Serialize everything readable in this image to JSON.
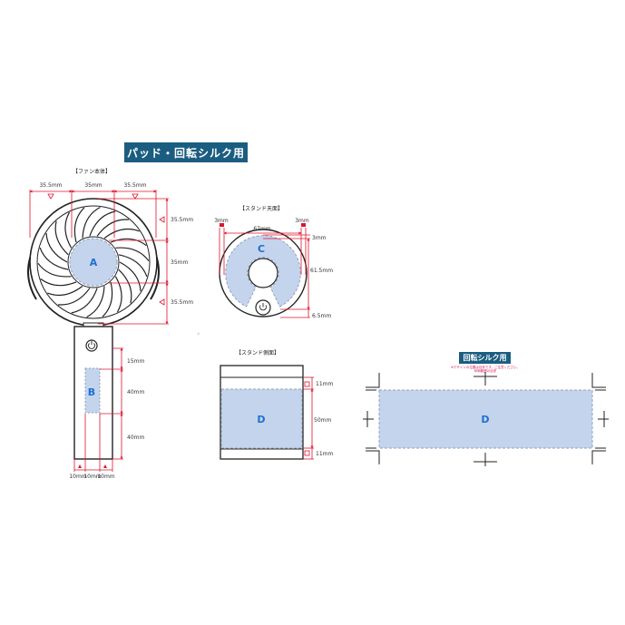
{
  "header": {
    "title": "パッド・回転シルク用",
    "rotary_title": "回転シルク用",
    "rotary_note_1": "※デザインの位置は目安です。ご注意ください。",
    "rotary_note_2": "印刷範囲の目安"
  },
  "sections": {
    "fan_body": "【ファン本体】",
    "stand_top": "【スタンド天面】",
    "stand_side": "【スタンド側面】"
  },
  "areas": {
    "a": "A",
    "b": "B",
    "c": "C",
    "d_side": "D",
    "d_rotary": "D"
  },
  "dimensions": {
    "fan_top_left": "35.5mm",
    "fan_top_center": "35mm",
    "fan_top_right": "35.5mm",
    "fan_right_top": "35.5mm",
    "fan_right_mid": "35mm",
    "fan_right_bottom": "35.5mm",
    "handle_1": "15mm",
    "handle_2": "40mm",
    "handle_3": "40mm",
    "handle_bottom_1": "10mm",
    "handle_bottom_2": "10mm",
    "handle_bottom_3": "10mm",
    "stand_left": "3mm",
    "stand_width": "67mm",
    "stand_right": "3mm",
    "stand_top_gap": "3mm",
    "stand_height": "61.5mm",
    "stand_bottom": "6.5mm",
    "side_top": "11mm",
    "side_mid": "50mm",
    "side_bottom": "11mm"
  },
  "colors": {
    "banner": "#1b5d80",
    "print_area_fill": "#c4d4ec",
    "print_area_border": "#8ea3bf",
    "dimension_red": "#e0142c",
    "area_label": "#1f6fd0"
  }
}
